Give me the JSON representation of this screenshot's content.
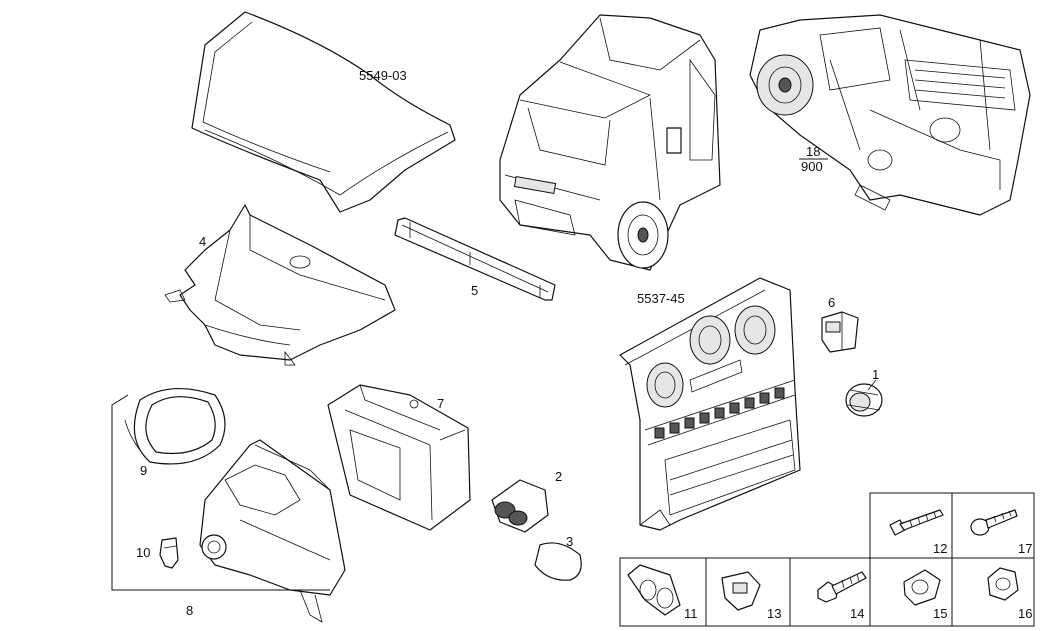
{
  "labels": {
    "hood": "5549-03",
    "van": "",
    "heater_top": "18",
    "heater_bottom": "900",
    "panel": "5537-45",
    "p1": "1",
    "p2": "2",
    "p3": "3",
    "p4": "4",
    "p5": "5",
    "p6": "6",
    "p7": "7",
    "p8": "8",
    "p9": "9",
    "p10": "10",
    "p11": "11",
    "p12": "12",
    "p13": "13",
    "p14": "14",
    "p15": "15",
    "p16": "16",
    "p17": "17"
  }
}
